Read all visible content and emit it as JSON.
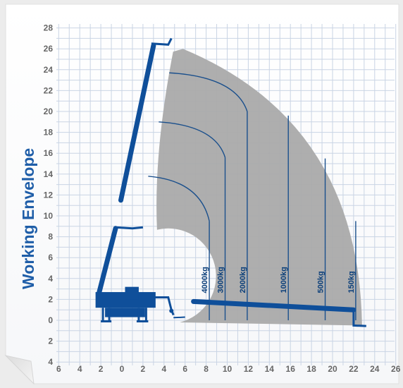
{
  "chart_data": {
    "type": "area",
    "title": "Working Envelope",
    "xlabel": "",
    "ylabel": "",
    "x_tick_labels": [
      "6",
      "4",
      "2",
      "0",
      "2",
      "4",
      "6",
      "8",
      "10",
      "12",
      "14",
      "16",
      "18",
      "20",
      "22",
      "24",
      "26"
    ],
    "x_ticks": [
      -6,
      -4,
      -2,
      0,
      2,
      4,
      6,
      8,
      10,
      12,
      14,
      16,
      18,
      20,
      22,
      24,
      26
    ],
    "y_tick_labels": [
      "28",
      "26",
      "24",
      "22",
      "20",
      "18",
      "16",
      "14",
      "12",
      "10",
      "8",
      "6",
      "4",
      "2",
      "0",
      "2",
      "4"
    ],
    "y_ticks": [
      28,
      26,
      24,
      22,
      20,
      18,
      16,
      14,
      12,
      10,
      8,
      6,
      4,
      2,
      0,
      -2,
      -4
    ],
    "xlim": [
      -6.5,
      26.5
    ],
    "ylim": [
      -4,
      28.5
    ],
    "grid": true,
    "envelope": {
      "outer_top_point": [
        5.8,
        26.0
      ],
      "outer_max_reach": [
        22.8,
        -0.5
      ],
      "inner_radius_center": [
        5.2,
        4.5
      ],
      "inner_radius": 4.2,
      "boom_pivot": [
        2.0,
        8.8
      ],
      "color": "#aaaaaa"
    },
    "load_zones": [
      {
        "label": "4000kg",
        "max_reach": 8.3,
        "max_height": 9.5,
        "arc_start": [
          2.5,
          13.8
        ]
      },
      {
        "label": "3000kg",
        "max_reach": 9.8,
        "max_height": 15.6,
        "arc_start": [
          3.5,
          19.0
        ]
      },
      {
        "label": "2000kg",
        "max_reach": 11.9,
        "max_height": 20.0,
        "arc_start": [
          4.5,
          23.7
        ]
      },
      {
        "label": "1000kg",
        "max_reach": 15.8,
        "max_height": 19.6,
        "arc_start": null
      },
      {
        "label": "500kg",
        "max_reach": 19.3,
        "max_height": 15.5,
        "arc_start": null
      },
      {
        "label": "150kg",
        "max_reach": 22.2,
        "max_height": 9.5,
        "arc_start": null
      }
    ],
    "colors": {
      "machine": "#0f4f9a",
      "zone_lines": "#1a4f8c",
      "grid": "#c9d4e4",
      "envelope_fill": "#aaaaaa",
      "title": "#1f5ea8"
    }
  }
}
